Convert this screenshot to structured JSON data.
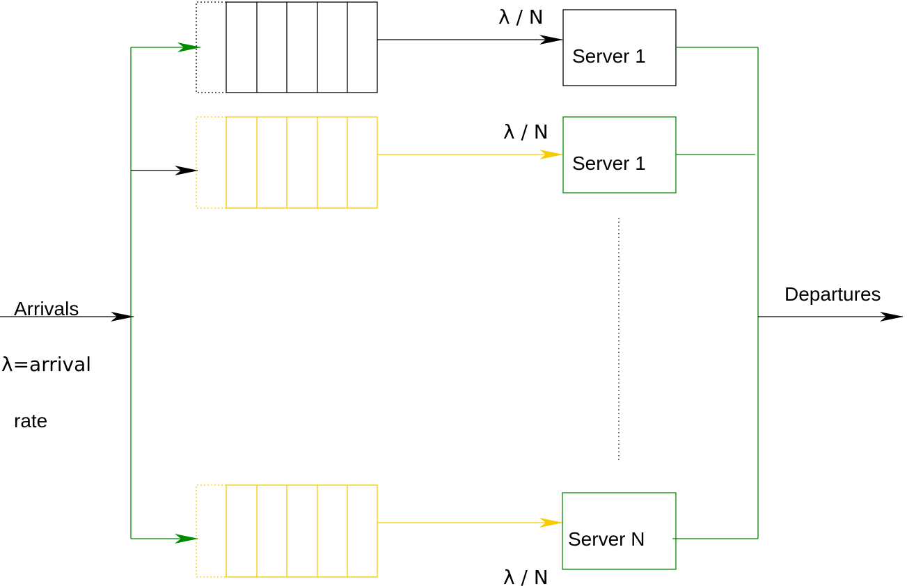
{
  "colors": {
    "black": "#000000",
    "green": "#008a00",
    "yellow": "#f5cc00"
  },
  "labels": {
    "arrivals": "Arrivals",
    "lambda_line1": "λ=arrival",
    "lambda_line2": "rate",
    "departures": "Departures"
  },
  "servers": [
    {
      "name": "Server 1",
      "rate": "λ / N",
      "color": "black"
    },
    {
      "name": "Server 1",
      "rate": "λ / N",
      "color": "yellow"
    },
    {
      "name": "Server N",
      "rate": "λ / N",
      "color": "yellow"
    }
  ]
}
